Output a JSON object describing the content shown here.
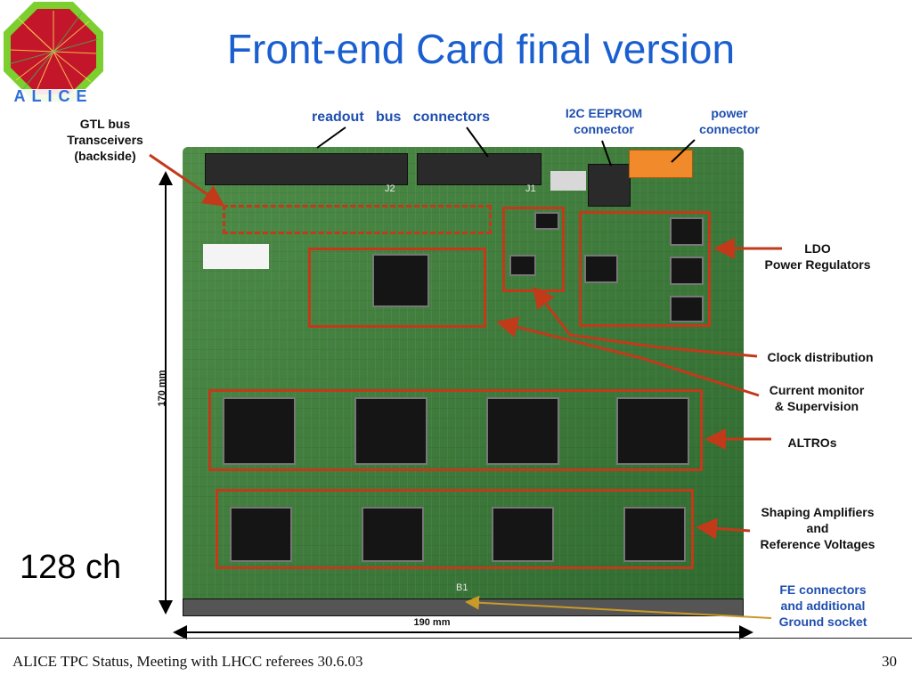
{
  "slide": {
    "title": "Front-end Card final version",
    "logo_text": "ALICE",
    "side_label": "128 ch",
    "footer": {
      "text": "ALICE TPC Status, Meeting with LHCC referees 30.6.03",
      "page": "30"
    }
  },
  "annotations": {
    "gtl": "GTL bus\nTransceivers\n(backside)",
    "readout_bus": "readout   bus   connectors",
    "i2c": "I2C EEPROM\nconnector",
    "power": "power\nconnector",
    "ldo": "LDO\nPower Regulators",
    "clock": "Clock distribution",
    "current": "Current monitor\n& Supervision",
    "altros": "ALTROs",
    "shaping": "Shaping Amplifiers\nand\nReference Voltages",
    "fe_connectors": "FE connectors\nand additional\nGround socket"
  },
  "dimensions": {
    "height": "170 mm",
    "width": "190 mm"
  },
  "board_marks": {
    "j2": "J2",
    "j1": "J1",
    "b1": "B1"
  },
  "colors": {
    "title": "#1a5fd0",
    "highlight": "#c23a1a",
    "annotation_blue": "#1f4fb0"
  }
}
